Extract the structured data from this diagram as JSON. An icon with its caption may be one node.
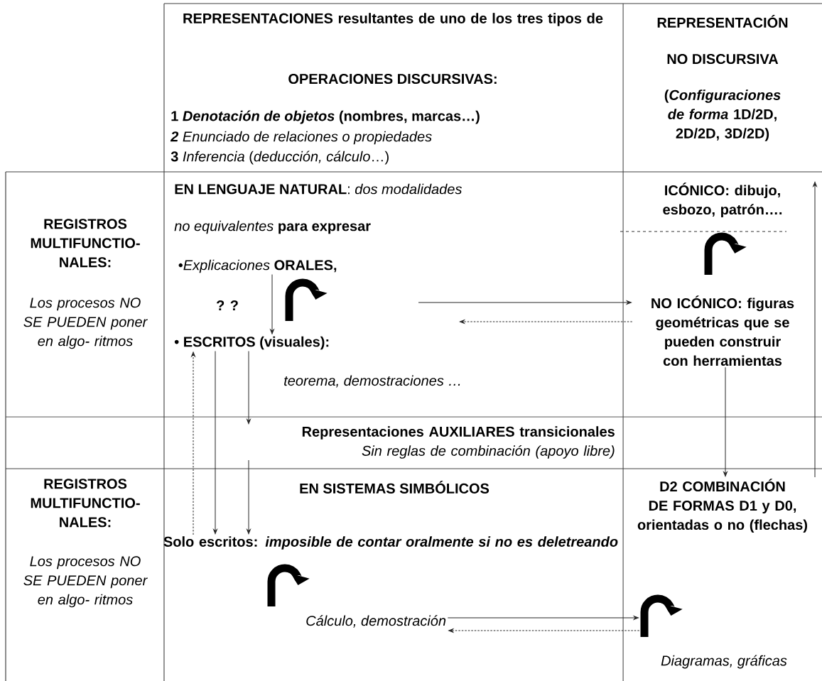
{
  "diagram": {
    "nodes": [
      {
        "text": [
          "•*Explicaciones* **ORALES,**"
        ]
      },
      {
        "text": [],
        "shape": "picture"
      },
      {
        "text": [
          "• ESCRITOS (visuales):"
        ]
      },
      {
        "text": [
          "ICÓNICO: dibujo, esbozo, patrón…."
        ]
      },
      {
        "text": [],
        "shape": "picture"
      },
      {
        "text": [
          "NO ICÓNICO: figuras geométricas que se pueden construir con herramientas"
        ]
      },
      {
        "text": [
          "Representaciones AUXILIARES  transicionales",
          "*Sin reglas de combinación* (*apoyo libre*)"
        ]
      },
      {
        "text": [
          "Solo escritos: *imposible de contar oralmente si no es deletreando*"
        ]
      },
      {
        "text": [
          "D2 COMBINACIÓN DE FORMAS D1 y D0, orientadas o no (flechas)"
        ]
      },
      {
        "text": [],
        "shape": "picture"
      },
      {
        "text": [
          "Cálculo, demostración"
        ]
      },
      {
        "text": [],
        "shape": "picture"
      }
    ],
    "edges": [
      {
        "from": 0,
        "to": 2,
        "arrow": "to"
      },
      {
        "from": 2,
        "to": 6,
        "arrow": "to"
      },
      {
        "from": 2,
        "to": 7,
        "arrow": "to"
      },
      {
        "from": 6,
        "to": 7,
        "arrow": "to"
      },
      {
        "from": 7,
        "to": 2,
        "arrow": "to",
        "style": "dashed"
      },
      {
        "from": null,
        "to": 5,
        "arrow": "to"
      },
      {
        "from": 5,
        "to": null,
        "arrow": "to",
        "style": "dashed"
      },
      {
        "from": 5,
        "to": 8,
        "arrow": "to"
      },
      {
        "from": 8,
        "to": 3,
        "arrow": "to"
      },
      {
        "from": 10,
        "to": 11,
        "arrow": "to"
      },
      {
        "from": 11,
        "to": 10,
        "arrow": "to",
        "style": "dashed"
      }
    ],
    "labels": [
      "REPRESENTACIONES resultantes de uno de los tres tipos de",
      "OPERACIONES DISCURSIVAS:",
      "1 *Denotación de objetos* (nombres, marcas…)",
      "**2** *Enunciado de relaciones o propiedades*",
      "**3** *Inferencia* (*deducción, cálculo*…)",
      "REPRESENTACIÓN",
      "NO DISCURSIVA",
      "(*Configuraciones de forma* 1D/2D, 2D/2D, 3D/2D)",
      "REGISTROS MULTIFUNCTIO- NALES:",
      "Los procesos NO SE PUEDEN poner en algo- ritmos",
      "**EN LENGUAJE NATURAL**: *dos modalidades*",
      "*no equivalentes* **para expresar**",
      "? ?",
      "*teorema*, *demostraciones* …",
      "REGISTROS MULTIFUNCTIO- NALES:",
      "Los procesos NO SE PUEDEN poner en algo- ritmos",
      "EN SISTEMAS SIMBÓLICOS",
      "Diagramas, gráficas"
    ]
  }
}
